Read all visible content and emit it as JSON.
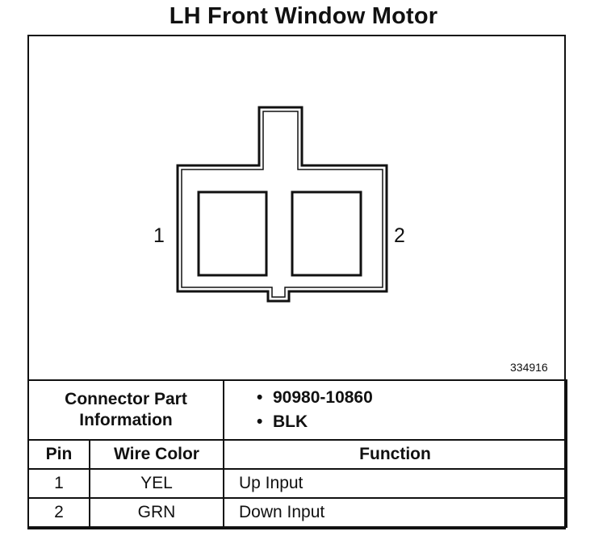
{
  "title": "LH Front Window Motor",
  "diagram": {
    "pin_left_label": "1",
    "pin_right_label": "2",
    "figure_id": "334916"
  },
  "connector": {
    "header": "Connector Part Information",
    "values": [
      "90980-10860",
      "BLK"
    ]
  },
  "table": {
    "headers": [
      "Pin",
      "Wire Color",
      "Function"
    ],
    "rows": [
      {
        "pin": "1",
        "wire_color": "YEL",
        "function": "Up Input"
      },
      {
        "pin": "2",
        "wire_color": "GRN",
        "function": "Down Input"
      }
    ]
  }
}
